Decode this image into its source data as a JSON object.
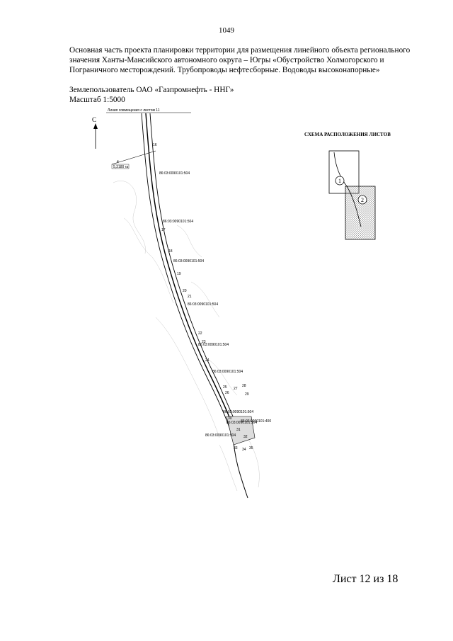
{
  "page_number": "1049",
  "title": "Основная часть проекта планировки территории для размещения линейного объекта регионального значения Ханты-Мансийского автономного округа – Югры «Обустройство Холмогорского и Пограничного месторождений. Трубопроводы нефтесборные. Водоводы высоконапорные»",
  "land_user": "Землепользователь ОАО «Газпромнефть - ННГ»",
  "scale": "Масштаб 1:5000",
  "map": {
    "match_line_label": "Линия совмещения с листом 11",
    "north_label": "С",
    "area_label": "5,3180 га",
    "area_number": "4",
    "parcel_labels": [
      "86:03:0090101:504",
      "86:03:0090101:504",
      "86:03:0090101:504",
      "86:03:0090101:504",
      "86:03:0090101:504",
      "86:03:0090101:504",
      "86:03:0090101:504",
      "86:03:0090101:504",
      "86:03:0090101:400",
      "86:03:0090101:504"
    ],
    "point_numbers": [
      "16",
      "17",
      "18",
      "19",
      "20",
      "21",
      "22",
      "23",
      "24",
      "25",
      "26",
      "27",
      "28",
      "29",
      "30",
      "31",
      "32",
      "33",
      "34",
      "35"
    ]
  },
  "scheme": {
    "title": "СХЕМА РАСПОЛОЖЕНИЯ ЛИСТОВ",
    "sheet_1": "1",
    "sheet_2": "2"
  },
  "sheet_label": "Лист 12 из 18"
}
